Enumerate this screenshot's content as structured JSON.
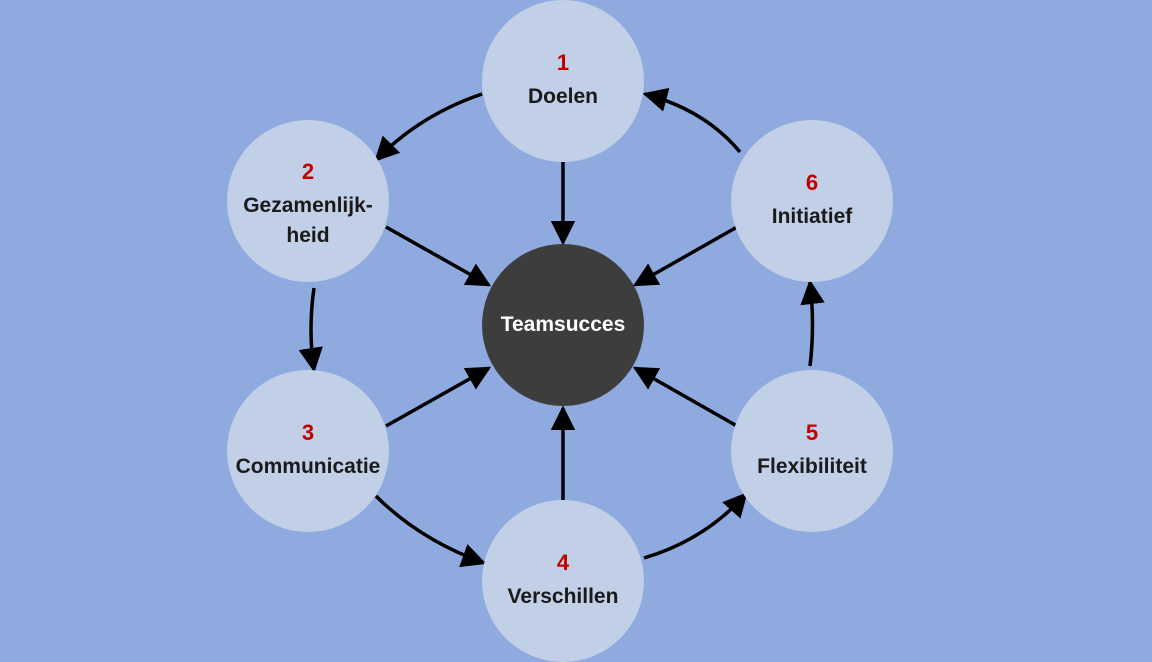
{
  "colors": {
    "background": "#8eaadf",
    "node_fill": "#c1cfe7",
    "center_fill": "#3d3d3d",
    "number_color": "#c00000",
    "arrow_color": "#000000"
  },
  "center": {
    "label": "Teamsucces"
  },
  "nodes": [
    {
      "number": "1",
      "label": "Doelen"
    },
    {
      "number": "2",
      "label": "Gezamenlijk-\nheid"
    },
    {
      "number": "3",
      "label": "Communicatie"
    },
    {
      "number": "4",
      "label": "Verschillen"
    },
    {
      "number": "5",
      "label": "Flexibiliteit"
    },
    {
      "number": "6",
      "label": "Initiatief"
    }
  ],
  "edges": [
    {
      "from": "1",
      "to": "Teamsucces"
    },
    {
      "from": "2",
      "to": "Teamsucces"
    },
    {
      "from": "3",
      "to": "Teamsucces"
    },
    {
      "from": "4",
      "to": "Teamsucces"
    },
    {
      "from": "5",
      "to": "Teamsucces"
    },
    {
      "from": "6",
      "to": "Teamsucces"
    },
    {
      "from": "1",
      "to": "2"
    },
    {
      "from": "2",
      "to": "3"
    },
    {
      "from": "3",
      "to": "4"
    },
    {
      "from": "4",
      "to": "5"
    },
    {
      "from": "5",
      "to": "6"
    },
    {
      "from": "6",
      "to": "1"
    }
  ]
}
